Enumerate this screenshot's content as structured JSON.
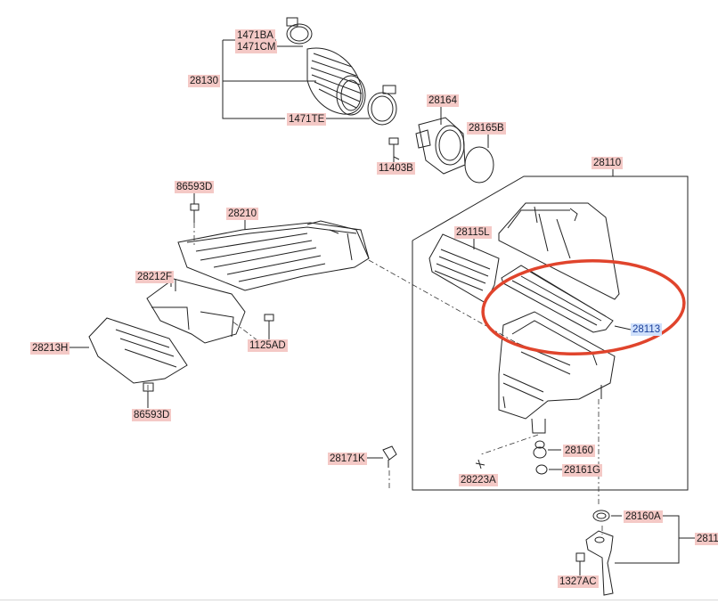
{
  "callouts": {
    "c1471BA": "1471BA",
    "c1471CM": "1471CM",
    "c28130": "28130",
    "c1471TE": "1471TE",
    "c28164": "28164",
    "c28165B": "28165B",
    "c11403B": "11403B",
    "c28110": "28110",
    "c86593D_top": "86593D",
    "c28210": "28210",
    "c28115L": "28115L",
    "c28212F": "28212F",
    "c28113": "28113",
    "c1125AD": "1125AD",
    "c28213H": "28213H",
    "c86593D_bottom": "86593D",
    "c28160": "28160",
    "c28171K": "28171K",
    "c28161G": "28161G",
    "c28223A": "28223A",
    "c28160A": "28160A",
    "c2811": "2811",
    "c1327AC": "1327AC"
  },
  "colors": {
    "label_highlight": "#f4c9c6",
    "selected_highlight": "#cfe0fb",
    "annotation_ellipse": "#e0442c",
    "line": "#222222"
  },
  "selected_callout": "28113"
}
